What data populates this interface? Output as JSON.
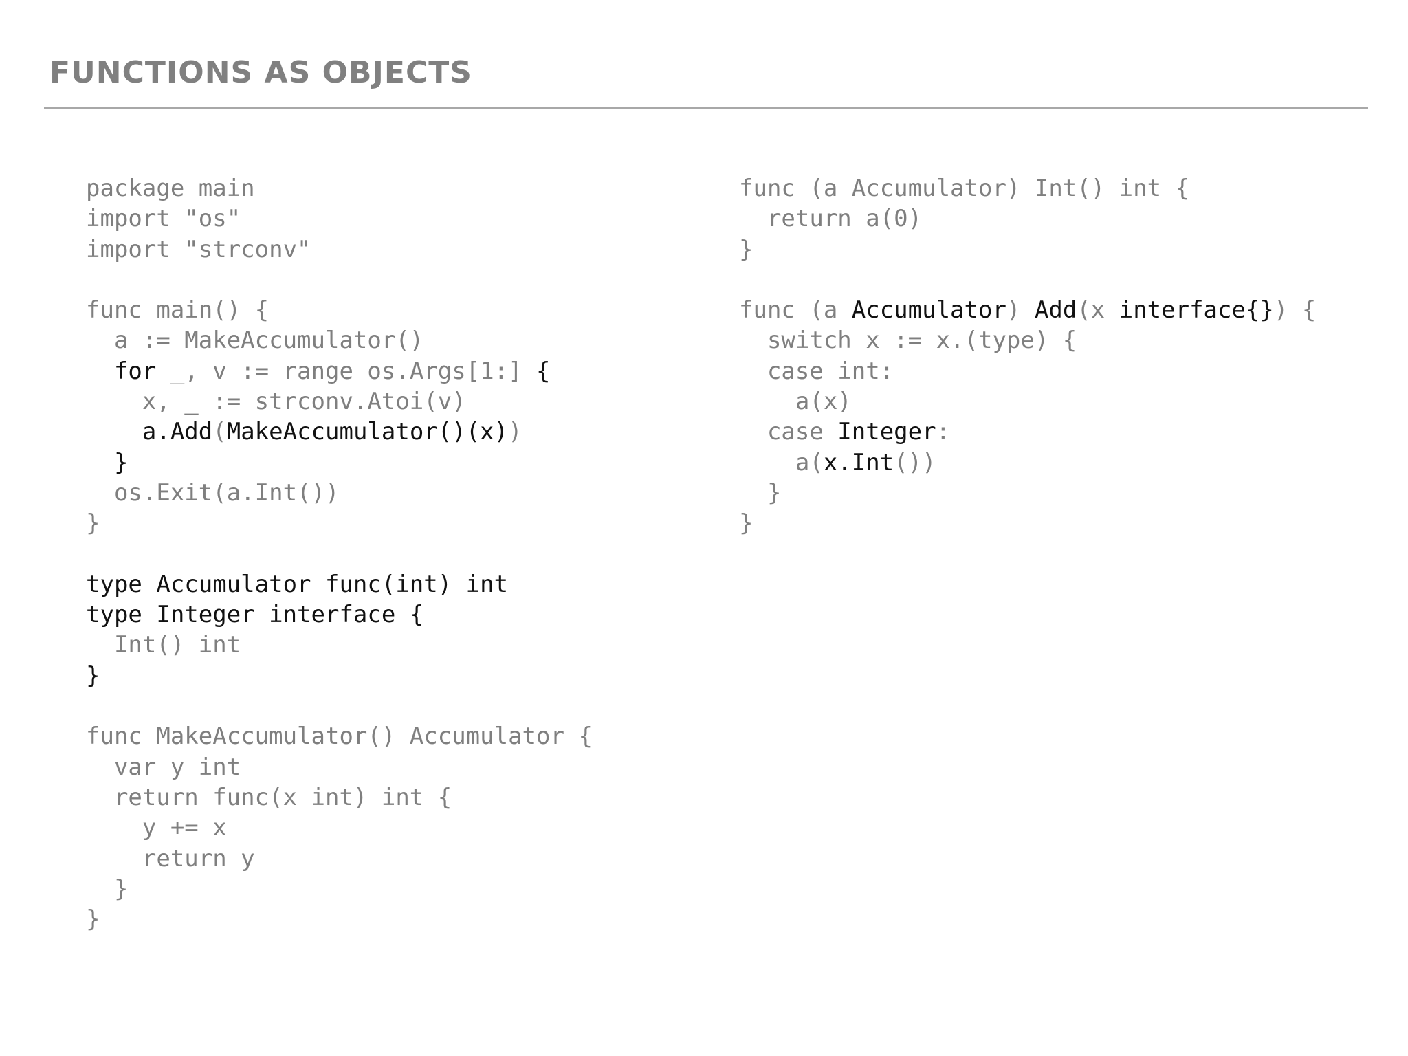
{
  "slide": {
    "title": "FUNCTIONS AS OBJECTS"
  },
  "colors": {
    "code_dim": "#7f7f7f",
    "code_highlight": "#111111",
    "title": "#808080",
    "rule": "#a8a8a8"
  },
  "code_left": [
    [
      {
        "t": "package main",
        "h": false
      }
    ],
    [
      {
        "t": "import \"os\"",
        "h": false
      }
    ],
    [
      {
        "t": "import \"strconv\"",
        "h": false
      }
    ],
    [],
    [
      {
        "t": "func main() {",
        "h": false
      }
    ],
    [
      {
        "t": "  a := MakeAccumulator()",
        "h": false
      }
    ],
    [
      {
        "t": "  for",
        "h": true
      },
      {
        "t": " _, v := range os.Args[1:] ",
        "h": false
      },
      {
        "t": "{",
        "h": true
      }
    ],
    [
      {
        "t": "    x, _ := strconv.Atoi(v)",
        "h": false
      }
    ],
    [
      {
        "t": "    a.Add",
        "h": true
      },
      {
        "t": "(",
        "h": false
      },
      {
        "t": "MakeAccumulator()(x)",
        "h": true
      },
      {
        "t": ")",
        "h": false
      }
    ],
    [
      {
        "t": "  }",
        "h": true
      }
    ],
    [
      {
        "t": "  os.Exit(a.Int())",
        "h": false
      }
    ],
    [
      {
        "t": "}",
        "h": false
      }
    ],
    [],
    [
      {
        "t": "type Accumulator func(int) int",
        "h": true
      }
    ],
    [
      {
        "t": "type Integer interface {",
        "h": true
      }
    ],
    [
      {
        "t": "  Int() int",
        "h": false
      }
    ],
    [
      {
        "t": "}",
        "h": true
      }
    ],
    [],
    [
      {
        "t": "func MakeAccumulator() Accumulator {",
        "h": false
      }
    ],
    [
      {
        "t": "  var y int",
        "h": false
      }
    ],
    [
      {
        "t": "  return func(x int) int {",
        "h": false
      }
    ],
    [
      {
        "t": "    y += x",
        "h": false
      }
    ],
    [
      {
        "t": "    return y",
        "h": false
      }
    ],
    [
      {
        "t": "  }",
        "h": false
      }
    ],
    [
      {
        "t": "}",
        "h": false
      }
    ]
  ],
  "code_right": [
    [
      {
        "t": "func (a Accumulator) Int() int {",
        "h": false
      }
    ],
    [
      {
        "t": "  return a(0)",
        "h": false
      }
    ],
    [
      {
        "t": "}",
        "h": false
      }
    ],
    [],
    [
      {
        "t": "func (a ",
        "h": false
      },
      {
        "t": "Accumulator",
        "h": true
      },
      {
        "t": ") ",
        "h": false
      },
      {
        "t": "Add",
        "h": true
      },
      {
        "t": "(x ",
        "h": false
      },
      {
        "t": "interface{}",
        "h": true
      },
      {
        "t": ") {",
        "h": false
      }
    ],
    [
      {
        "t": "  switch x := x.(type) {",
        "h": false
      }
    ],
    [
      {
        "t": "  case int:",
        "h": false
      }
    ],
    [
      {
        "t": "    a(x)",
        "h": false
      }
    ],
    [
      {
        "t": "  case ",
        "h": false
      },
      {
        "t": "Integer",
        "h": true
      },
      {
        "t": ":",
        "h": false
      }
    ],
    [
      {
        "t": "    a(",
        "h": false
      },
      {
        "t": "x.Int",
        "h": true
      },
      {
        "t": "())",
        "h": false
      }
    ],
    [
      {
        "t": "  }",
        "h": false
      }
    ],
    [
      {
        "t": "}",
        "h": false
      }
    ]
  ]
}
